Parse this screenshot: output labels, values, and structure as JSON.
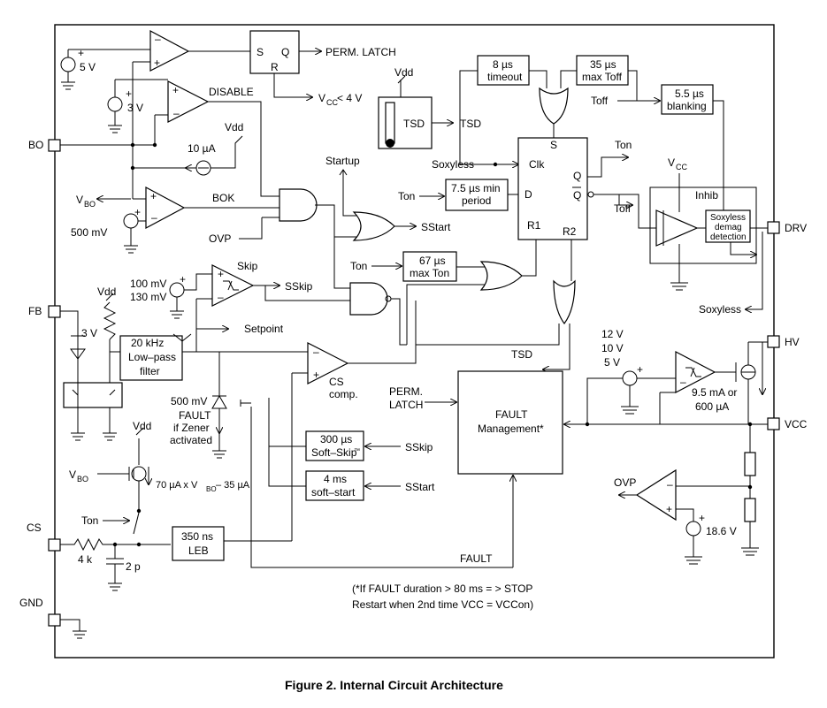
{
  "pins": {
    "bo": "BO",
    "fb": "FB",
    "cs": "CS",
    "gnd": "GND",
    "drv": "DRV",
    "hv": "HV",
    "vcc": "VCC"
  },
  "labels": {
    "five_v": "5 V",
    "three_v_ref": "3 V",
    "perm_latch": "PERM. LATCH",
    "vcc_lt_4v": "V",
    "vcc_sub": "CC",
    "vcc_lt_4v_tail": " < 4 V",
    "disable": "DISABLE",
    "vdd_1": "Vdd",
    "ten_ua": "10 µA",
    "bok": "BOK",
    "vbo": "V",
    "vbo_sub": "BO",
    "five_hundred_mv": "500 mV",
    "ovp_in": "OVP",
    "vdd_tsd": "Vdd",
    "tsd_box": "TSD",
    "tsd_out": "TSD",
    "startup": "Startup",
    "sstart_out": "SStart",
    "timeout_line1": "8 µs",
    "timeout_line2": "timeout",
    "maxtoff_line1": "35 µs",
    "maxtoff_line2": "max Toff",
    "toff_in": "Toff",
    "blanking_line1": "5.5 µs",
    "blanking_line2": "blanking",
    "soxyless_in": "Soxyless",
    "ton_in_1": "Ton",
    "period_line1": "7.5 µs min",
    "period_line2": "period",
    "ff_s": "S",
    "ff_clk": "Clk",
    "ff_d": "D",
    "ff_q": "Q",
    "ff_qbar": "Q",
    "ff_r1": "R1",
    "ff_r2": "R2",
    "ton_out": "Ton",
    "toff_out": "Toff",
    "vcc_drv": "V",
    "vcc_drv_sub": "CC",
    "inhib": "Inhib",
    "soxyless_box_1": "Soxyless",
    "soxyless_box_2": "demag",
    "soxyless_box_3": "detection",
    "soxyless_out": "Soxyless",
    "ton_in_2": "Ton",
    "maxton_line1": "67 µs",
    "maxton_line2": "max Ton",
    "skip": "Skip",
    "skip_mv_1": "100 mV",
    "skip_mv_2": "130 mV",
    "sskip_out": "SSkip",
    "vdd_fb": "Vdd",
    "three_v_fb": "3 V",
    "filter_line1": "20 kHz",
    "filter_line2": "Low–pass",
    "filter_line3": "filter",
    "setpoint": "Setpoint",
    "cs_comp_1": "CS",
    "cs_comp_2": "comp.",
    "five_hundred_mv_zener": "500 mV",
    "fault_zener_1": "FAULT",
    "fault_zener_2": "if Zener",
    "fault_zener_3": "activated",
    "tsd_r2": "TSD",
    "perm_latch_in_1": "PERM.",
    "perm_latch_in_2": "LATCH",
    "fault_mgmt_1": "FAULT",
    "fault_mgmt_2": "Management*",
    "softskip_1": "300 µs",
    "softskip_2": "Soft–Skip",
    "softskip_tm": "™",
    "sskip_in": "SSkip",
    "softstart_1": "4 ms",
    "softstart_2": "soft–start",
    "sstart_in": "SStart",
    "vdd_cs": "Vdd",
    "vbo_cs": "V",
    "vbo_cs_sub": "BO",
    "current_formula": "70 µA x V",
    "current_formula_sub": "BO",
    "current_formula_tail": " – 35 µA",
    "ton_cs": "Ton",
    "leb_line1": "350 ns",
    "leb_line2": "LEB",
    "four_k": "4 k",
    "two_p": "2 p",
    "fault_bottom": "FAULT",
    "hv_12v": "12 V",
    "hv_10v": "10 V",
    "hv_5v": "5 V",
    "hv_current_1": "9.5 mA or",
    "hv_current_2": "600 µA",
    "ovp_out": "OVP",
    "eighteen_v": "18.6 V",
    "note_1": "(*If FAULT duration > 80 ms = > STOP",
    "note_2": "Restart when 2nd time VCC = VCCon)",
    "plus": "+",
    "minus": "–"
  },
  "caption": "Figure 2. Internal Circuit Architecture"
}
